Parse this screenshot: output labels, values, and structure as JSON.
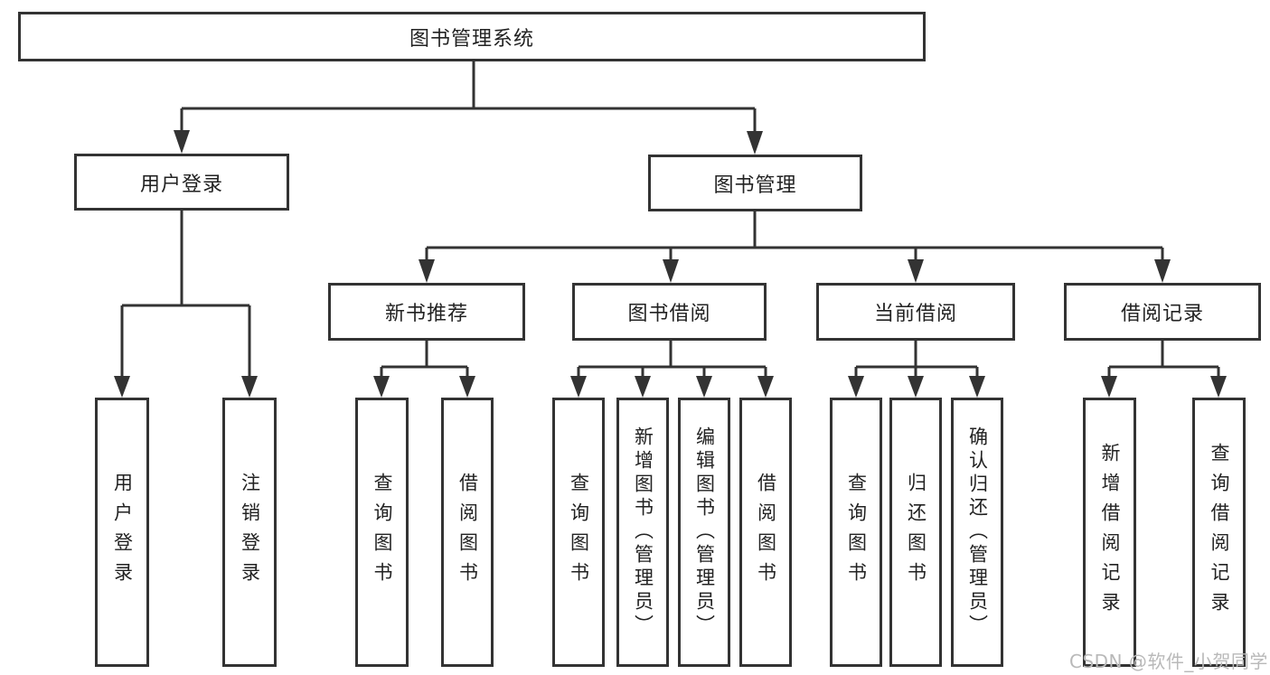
{
  "colors": {
    "line": "#333333",
    "text": "#222222",
    "background": "#ffffff",
    "watermark": "#b9b9b9"
  },
  "watermark": {
    "text": "CSDN @软件_小贺同学"
  },
  "tree": {
    "label": "图书管理系统",
    "children": [
      {
        "label": "用户登录",
        "children": [
          {
            "label": "用户登录"
          },
          {
            "label": "注销登录"
          }
        ]
      },
      {
        "label": "图书管理",
        "children": [
          {
            "label": "新书推荐",
            "children": [
              {
                "label": "查询图书"
              },
              {
                "label": "借阅图书"
              }
            ]
          },
          {
            "label": "图书借阅",
            "children": [
              {
                "label": "查询图书"
              },
              {
                "label": "新增图书（管理员）"
              },
              {
                "label": "编辑图书（管理员）"
              },
              {
                "label": "借阅图书"
              }
            ]
          },
          {
            "label": "当前借阅",
            "children": [
              {
                "label": "查询图书"
              },
              {
                "label": "归还图书"
              },
              {
                "label": "确认归还（管理员）"
              }
            ]
          },
          {
            "label": "借阅记录",
            "children": [
              {
                "label": "新增借阅记录"
              },
              {
                "label": "查询借阅记录"
              }
            ]
          }
        ]
      }
    ]
  }
}
